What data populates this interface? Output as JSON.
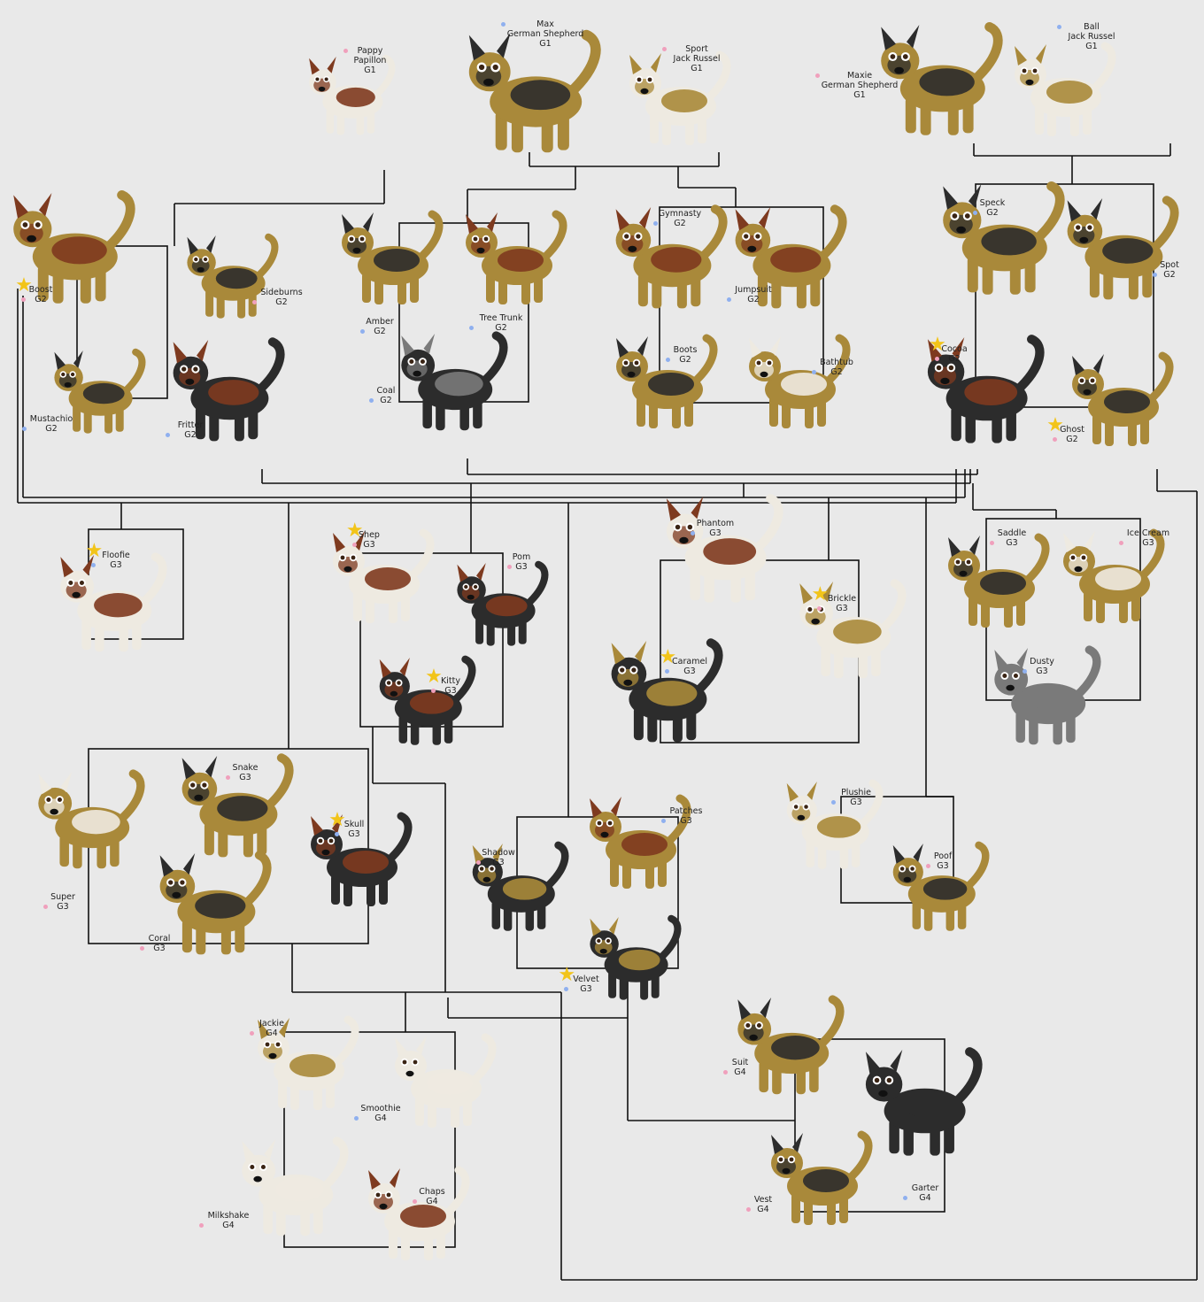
{
  "palette": {
    "background": "#e9e9e9",
    "line": "#111111",
    "tan": "#a9893a",
    "black": "#2c2c2c",
    "red": "#7e3a1f",
    "white": "#eeeae1",
    "grey": "#7a7a7a",
    "male_dot": "#8fb0ef",
    "female_dot": "#f0a0bc",
    "star": "#f2c419"
  },
  "dogs": [
    {
      "name": "Pappy",
      "breed": "Papillon",
      "gen": "G1",
      "sex": "female",
      "star": false,
      "coat": "white",
      "patch": "red"
    },
    {
      "name": "Max",
      "breed": "German Shepherd",
      "gen": "G1",
      "sex": "male",
      "star": false,
      "coat": "tan",
      "patch": "black"
    },
    {
      "name": "Sport",
      "breed": "Jack Russel",
      "gen": "G1",
      "sex": "female",
      "star": false,
      "coat": "white",
      "patch": "tan"
    },
    {
      "name": "Maxie",
      "breed": "German Shepherd",
      "gen": "G1",
      "sex": "female",
      "star": false,
      "coat": "tan",
      "patch": "black"
    },
    {
      "name": "Ball",
      "breed": "Jack Russel",
      "gen": "G1",
      "sex": "male",
      "star": false,
      "coat": "white",
      "patch": "tan"
    },
    {
      "name": "Boost",
      "gen": "G2",
      "sex": "female",
      "star": true,
      "coat": "tan",
      "patch": "red"
    },
    {
      "name": "Sideburns",
      "gen": "G2",
      "sex": "female",
      "star": false,
      "coat": "tan",
      "patch": "black"
    },
    {
      "name": "Mustachio",
      "gen": "G2",
      "sex": "male",
      "star": false,
      "coat": "tan",
      "patch": "black"
    },
    {
      "name": "Fritter",
      "gen": "G2",
      "sex": "male",
      "star": false,
      "coat": "black",
      "patch": "red"
    },
    {
      "name": "Amber",
      "gen": "G2",
      "sex": "male",
      "star": false,
      "coat": "tan",
      "patch": "black"
    },
    {
      "name": "Tree Trunk",
      "gen": "G2",
      "sex": "male",
      "star": false,
      "coat": "tan",
      "patch": "red"
    },
    {
      "name": "Coal",
      "gen": "G2",
      "sex": "male",
      "star": false,
      "coat": "black",
      "patch": "grey"
    },
    {
      "name": "Gymnasty",
      "gen": "G2",
      "sex": "male",
      "star": false,
      "coat": "tan",
      "patch": "red"
    },
    {
      "name": "Jumpsuit",
      "gen": "G2",
      "sex": "male",
      "star": false,
      "coat": "tan",
      "patch": "red"
    },
    {
      "name": "Boots",
      "gen": "G2",
      "sex": "male",
      "star": false,
      "coat": "tan",
      "patch": "black"
    },
    {
      "name": "Bathtub",
      "gen": "G2",
      "sex": "male",
      "star": false,
      "coat": "tan",
      "patch": "white"
    },
    {
      "name": "Speck",
      "gen": "G2",
      "sex": "male",
      "star": false,
      "coat": "tan",
      "patch": "black"
    },
    {
      "name": "Spot",
      "gen": "G2",
      "sex": "male",
      "star": false,
      "coat": "tan",
      "patch": "black"
    },
    {
      "name": "Cocoa",
      "gen": "G2",
      "sex": "female",
      "star": true,
      "coat": "black",
      "patch": "red"
    },
    {
      "name": "Ghost",
      "gen": "G2",
      "sex": "female",
      "star": true,
      "coat": "tan",
      "patch": "black"
    },
    {
      "name": "Floofie",
      "gen": "G3",
      "sex": "male",
      "star": true,
      "coat": "white",
      "patch": "red"
    },
    {
      "name": "Shep",
      "gen": "G3",
      "sex": "female",
      "star": true,
      "coat": "white",
      "patch": "red"
    },
    {
      "name": "Pom",
      "gen": "G3",
      "sex": "female",
      "star": false,
      "coat": "black",
      "patch": "red"
    },
    {
      "name": "Kitty",
      "gen": "G3",
      "sex": "female",
      "star": true,
      "coat": "black",
      "patch": "red"
    },
    {
      "name": "Phantom",
      "gen": "G3",
      "sex": "male",
      "star": false,
      "coat": "white",
      "patch": "red"
    },
    {
      "name": "Brickle",
      "gen": "G3",
      "sex": "female",
      "star": true,
      "coat": "white",
      "patch": "tan"
    },
    {
      "name": "Caramel",
      "gen": "G3",
      "sex": "male",
      "star": true,
      "coat": "black",
      "patch": "tan"
    },
    {
      "name": "Saddle",
      "gen": "G3",
      "sex": "female",
      "star": false,
      "coat": "tan",
      "patch": "black"
    },
    {
      "name": "Ice Cream",
      "gen": "G3",
      "sex": "female",
      "star": false,
      "coat": "tan",
      "patch": "white"
    },
    {
      "name": "Dusty",
      "gen": "G3",
      "sex": "male",
      "star": false,
      "coat": "grey",
      "patch": "grey"
    },
    {
      "name": "Snake",
      "gen": "G3",
      "sex": "female",
      "star": false,
      "coat": "tan",
      "patch": "black"
    },
    {
      "name": "Skull",
      "gen": "G3",
      "sex": "male",
      "star": true,
      "coat": "black",
      "patch": "red"
    },
    {
      "name": "Super",
      "gen": "G3",
      "sex": "female",
      "star": false,
      "coat": "tan",
      "patch": "white"
    },
    {
      "name": "Coral",
      "gen": "G3",
      "sex": "female",
      "star": false,
      "coat": "tan",
      "patch": "black"
    },
    {
      "name": "Shadow",
      "gen": "G3",
      "sex": "female",
      "star": false,
      "coat": "black",
      "patch": "tan"
    },
    {
      "name": "Patches",
      "gen": "G3",
      "sex": "male",
      "star": false,
      "coat": "tan",
      "patch": "red"
    },
    {
      "name": "Velvet",
      "gen": "G3",
      "sex": "male",
      "star": true,
      "coat": "black",
      "patch": "tan"
    },
    {
      "name": "Plushie",
      "gen": "G3",
      "sex": "male",
      "star": false,
      "coat": "white",
      "patch": "tan"
    },
    {
      "name": "Poof",
      "gen": "G3",
      "sex": "female",
      "star": false,
      "coat": "tan",
      "patch": "black"
    },
    {
      "name": "Jackie",
      "gen": "G4",
      "sex": "female",
      "star": false,
      "coat": "white",
      "patch": "tan"
    },
    {
      "name": "Smoothie",
      "gen": "G4",
      "sex": "male",
      "star": false,
      "coat": "white",
      "patch": "white"
    },
    {
      "name": "Milkshake",
      "gen": "G4",
      "sex": "female",
      "star": false,
      "coat": "white",
      "patch": "white"
    },
    {
      "name": "Chaps",
      "gen": "G4",
      "sex": "female",
      "star": false,
      "coat": "white",
      "patch": "red"
    },
    {
      "name": "Suit",
      "gen": "G4",
      "sex": "female",
      "star": false,
      "coat": "tan",
      "patch": "black"
    },
    {
      "name": "Garter",
      "gen": "G4",
      "sex": "male",
      "star": false,
      "coat": "black",
      "patch": "black"
    },
    {
      "name": "Vest",
      "gen": "G4",
      "sex": "female",
      "star": false,
      "coat": "tan",
      "patch": "black"
    }
  ]
}
